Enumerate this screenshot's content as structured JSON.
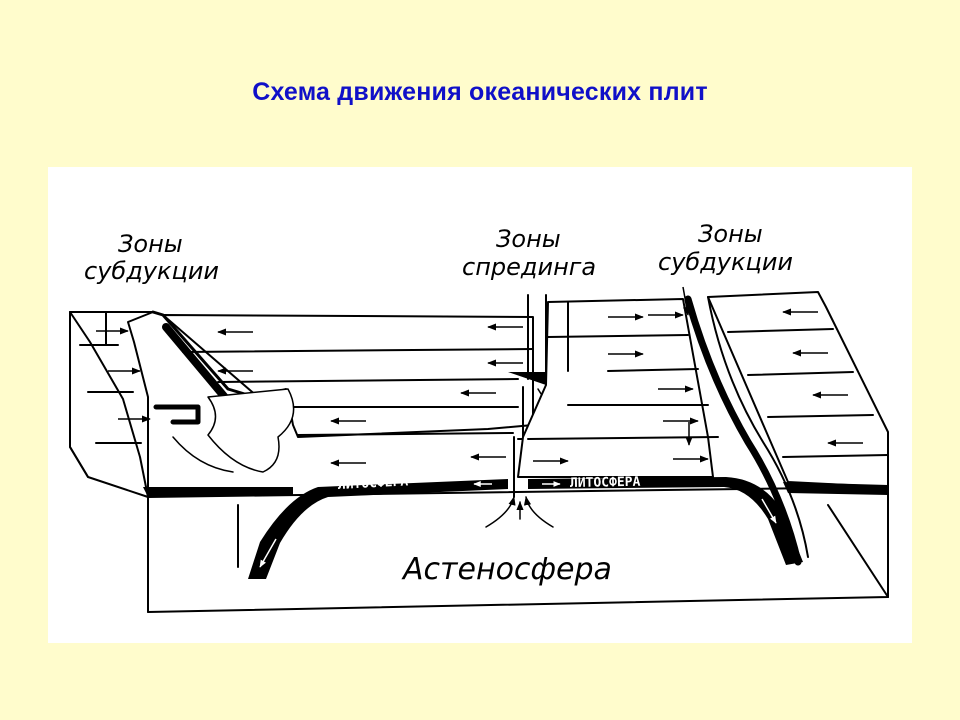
{
  "slide": {
    "title": "Схема движения океанических плит"
  },
  "diagram": {
    "labels": {
      "subduction_left_line1": "Зоны",
      "subduction_left_line2": "субдукции",
      "spreading_line1": "Зоны",
      "spreading_line2": "спрединга",
      "subduction_right_line1": "Зоны",
      "subduction_right_line2": "субдукции",
      "lithosphere_left": "ЛИТОСФЕРА",
      "lithosphere_right": "ЛИТОСФЕРА",
      "asthenosphere": "Астеносфера"
    },
    "colors": {
      "title": "#1010c8",
      "background": "#fffccc",
      "panel": "#ffffff",
      "ink": "#000000"
    }
  }
}
